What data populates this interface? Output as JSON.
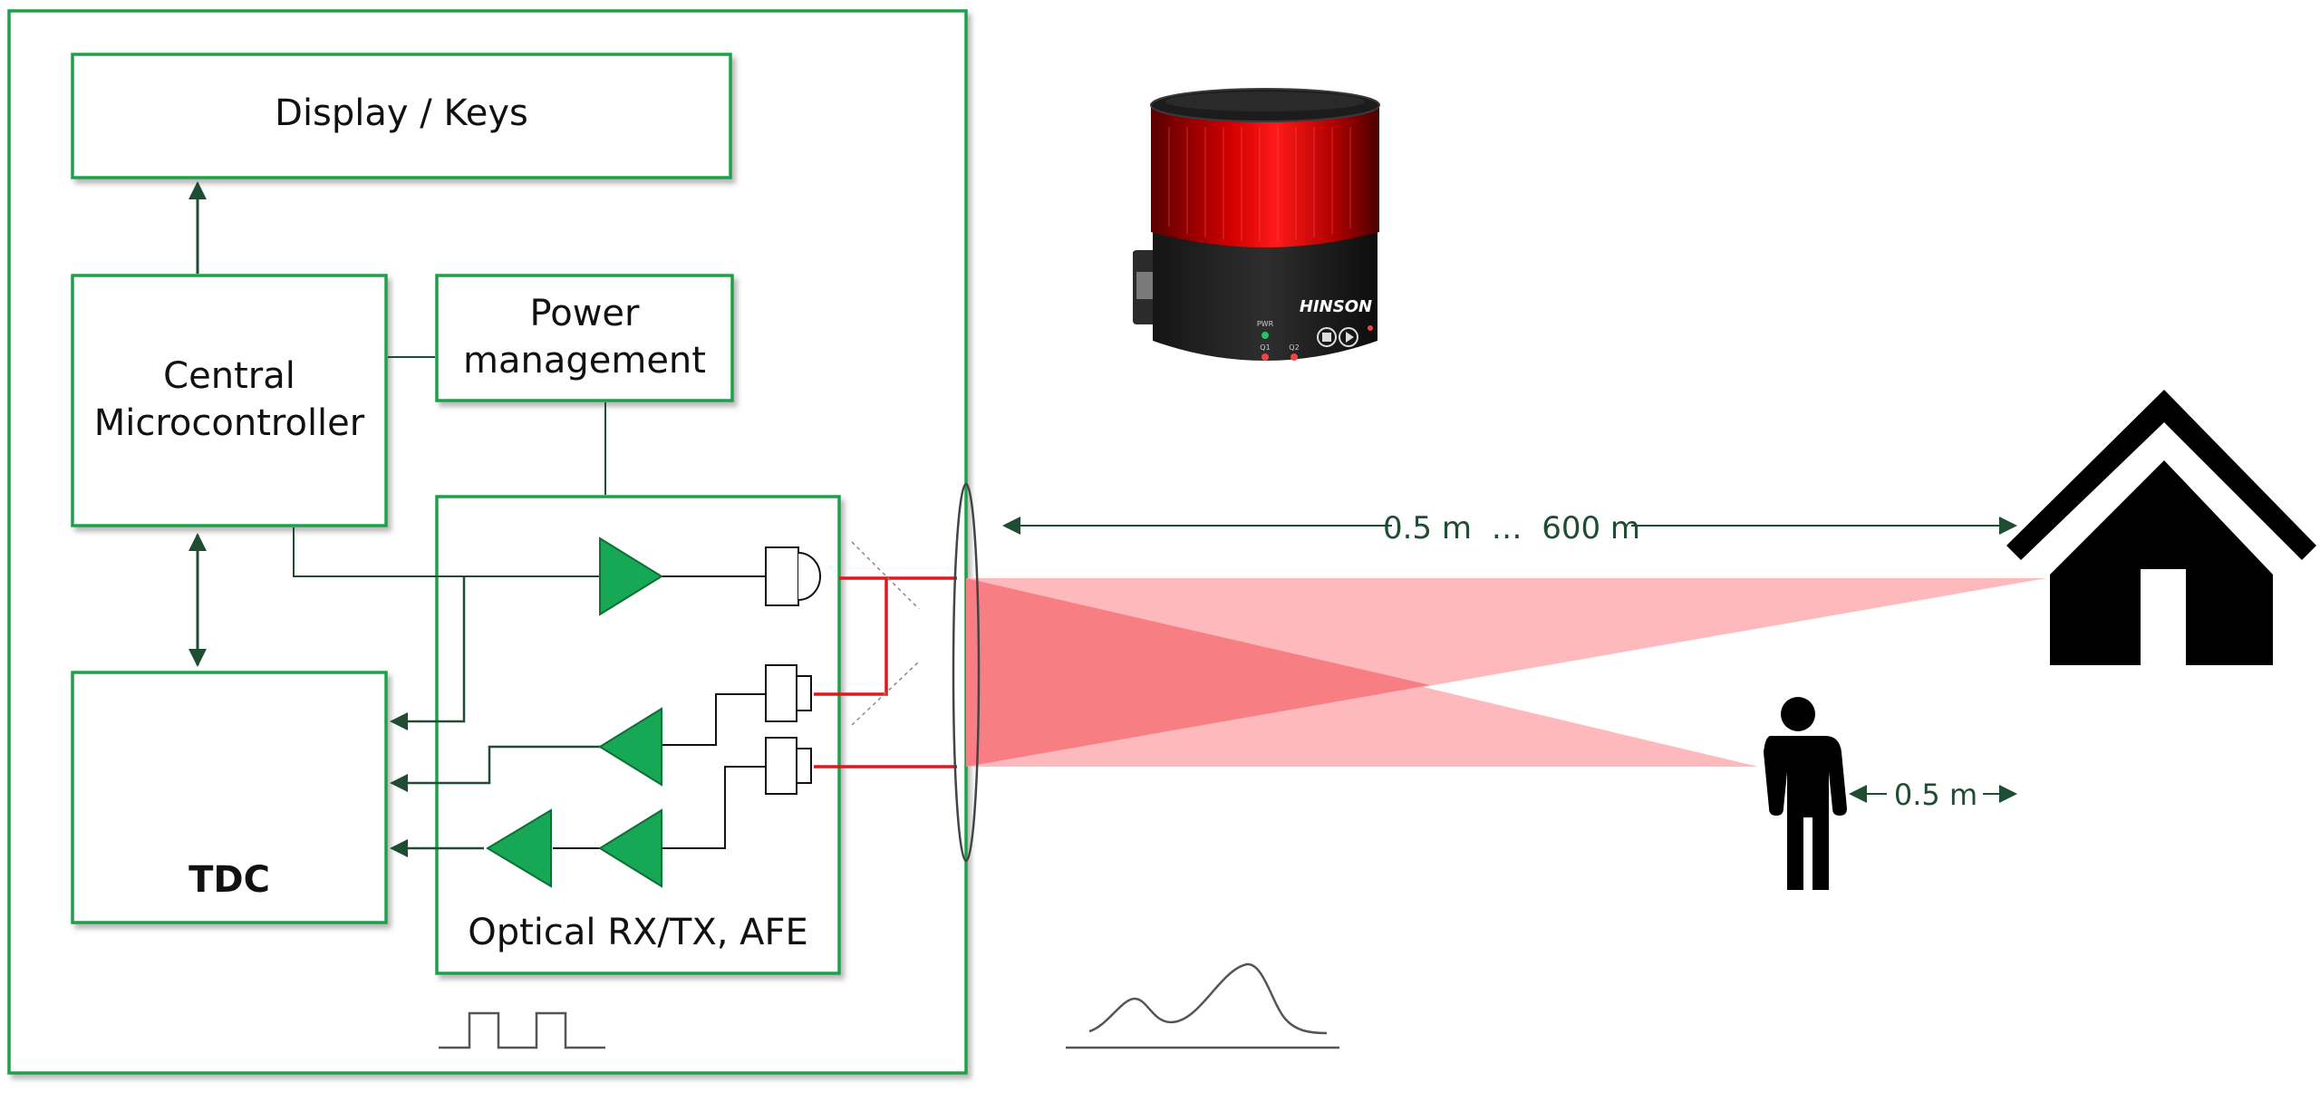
{
  "colors": {
    "border": "#1fa04a",
    "arrow": "#1e4d33",
    "amp": "#16a855",
    "laser": "#e0171c",
    "beam_light": "#fdb9bb",
    "beam_dark": "#f77f84",
    "silhouette": "#000000",
    "range_text": "#1e4d33"
  },
  "blocks": {
    "display": "Display / Keys",
    "cpu_line1": "Central",
    "cpu_line2": "Microcontroller",
    "power_line1": "Power",
    "power_line2": "management",
    "tdc": "TDC",
    "optical": "Optical RX/TX, AFE"
  },
  "device": {
    "brand": "HINSON",
    "led1": "PWR",
    "led2": "Q1",
    "led3": "Q2"
  },
  "ranges": {
    "far": "0.5 m  …  600 m",
    "near": "0.5 m"
  },
  "icons": [
    "house-icon",
    "person-icon",
    "pulse-train-icon",
    "echo-waveform-icon",
    "lens-icon"
  ]
}
